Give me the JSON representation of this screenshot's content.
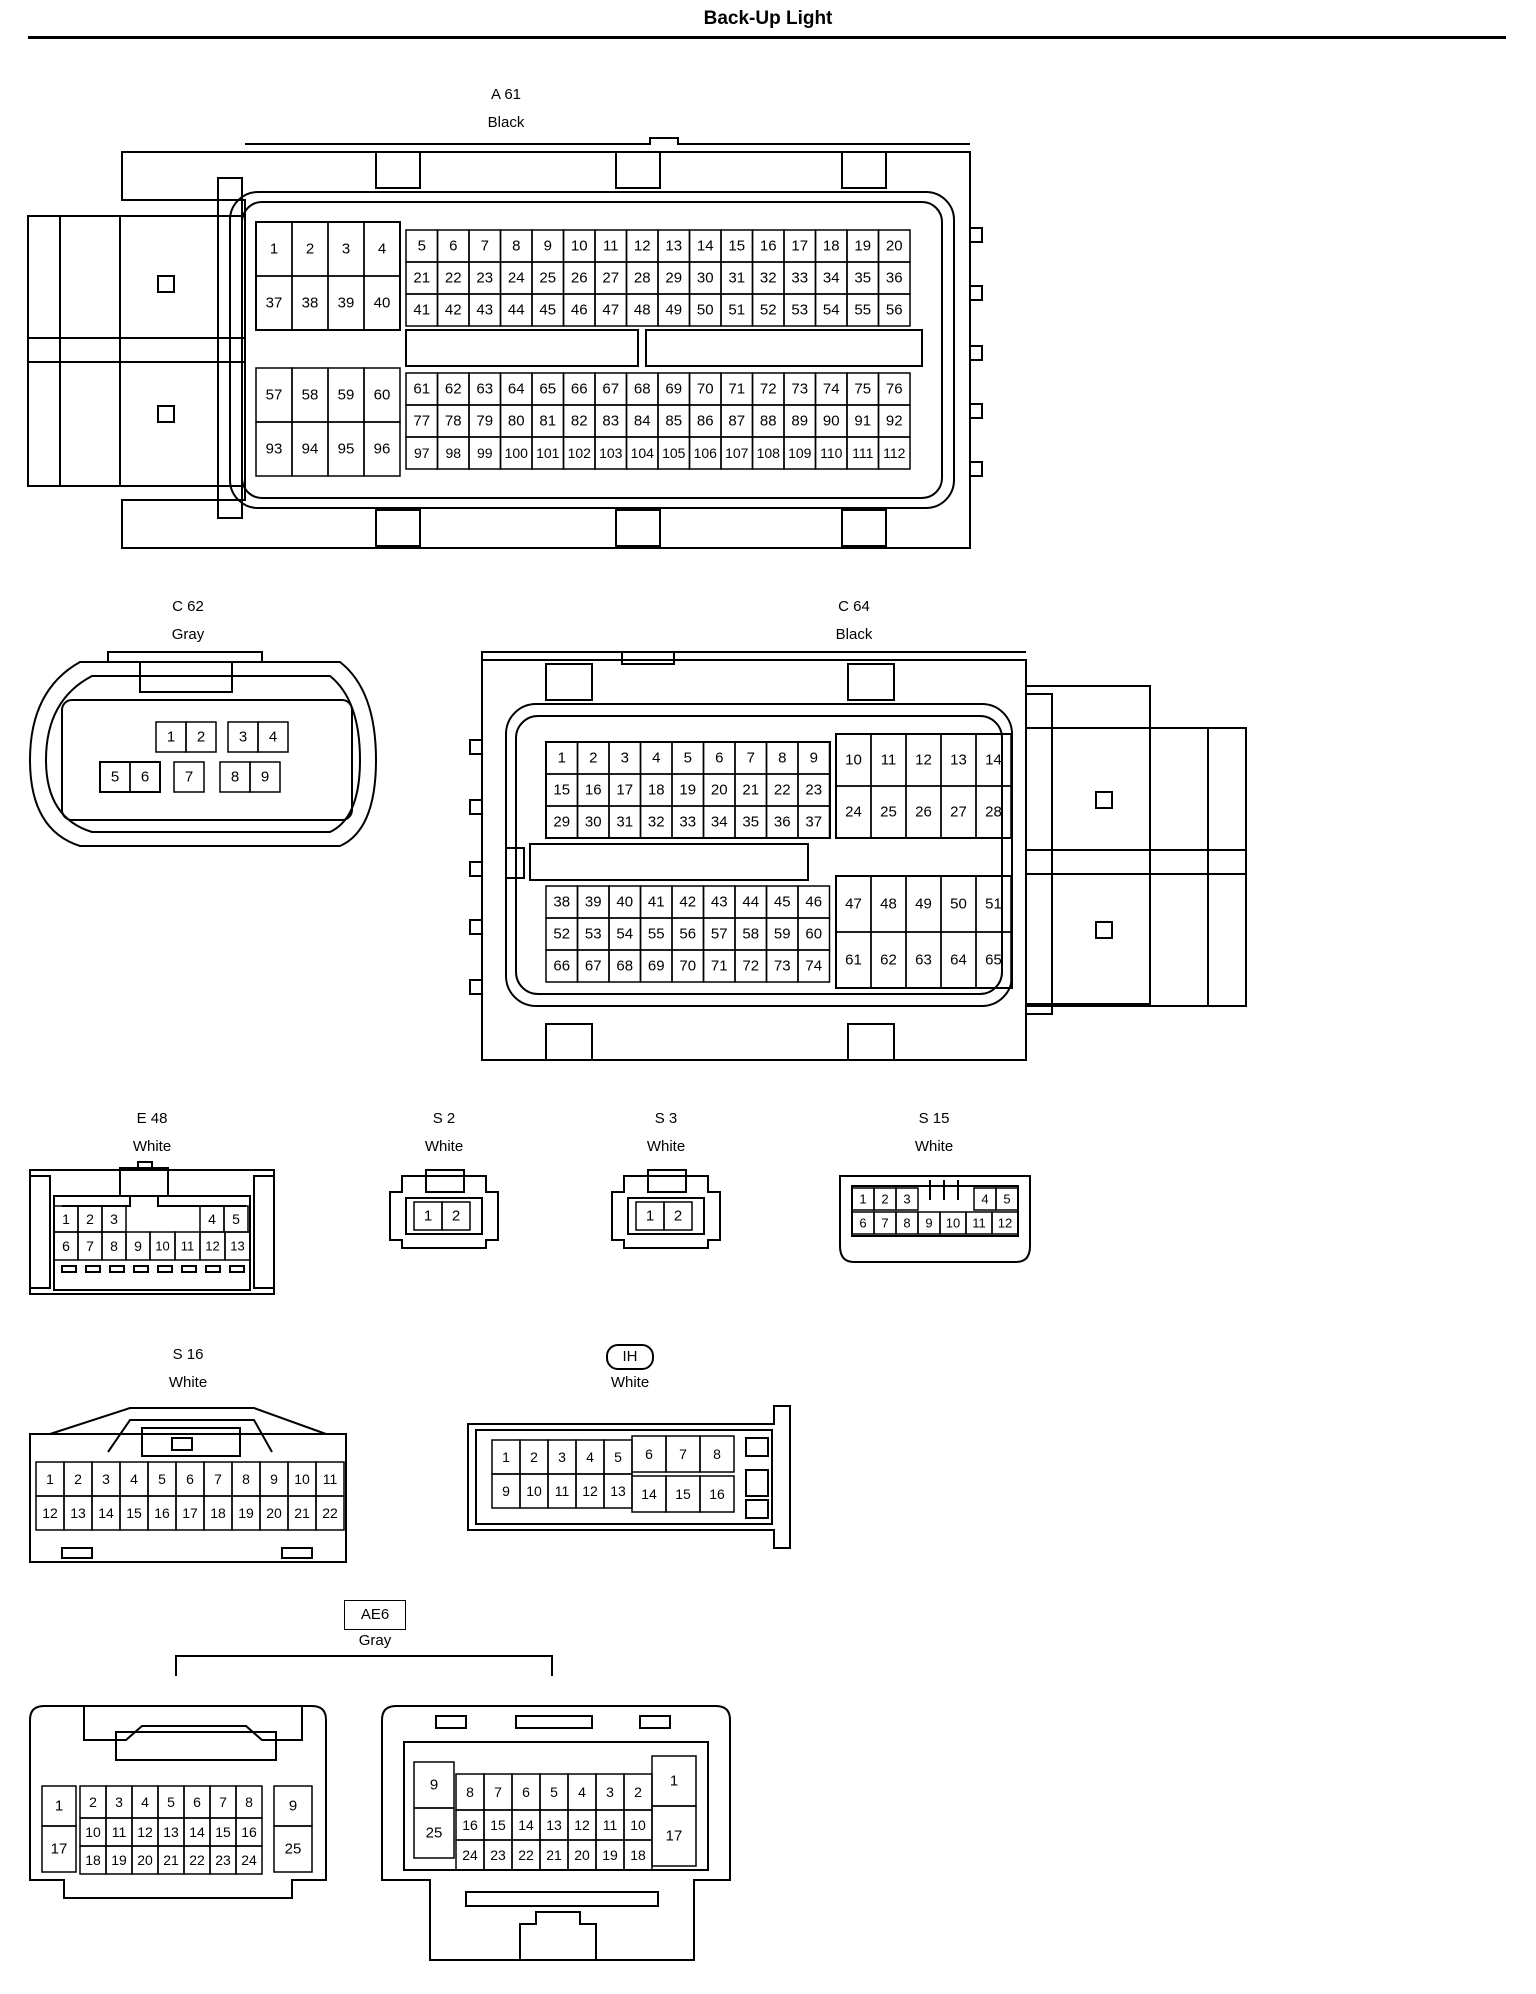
{
  "title": "Back-Up Light",
  "connectors": {
    "a61": {
      "code": "A 61",
      "color": "Black"
    },
    "c62": {
      "code": "C 62",
      "color": "Gray"
    },
    "c64": {
      "code": "C 64",
      "color": "Black"
    },
    "e48": {
      "code": "E 48",
      "color": "White"
    },
    "s2": {
      "code": "S 2",
      "color": "White"
    },
    "s3": {
      "code": "S 3",
      "color": "White"
    },
    "s15": {
      "code": "S 15",
      "color": "White"
    },
    "s16": {
      "code": "S 16",
      "color": "White"
    },
    "ih": {
      "code": "IH",
      "color": "White"
    },
    "ae6": {
      "code": "AE6",
      "color": "Gray"
    }
  }
}
